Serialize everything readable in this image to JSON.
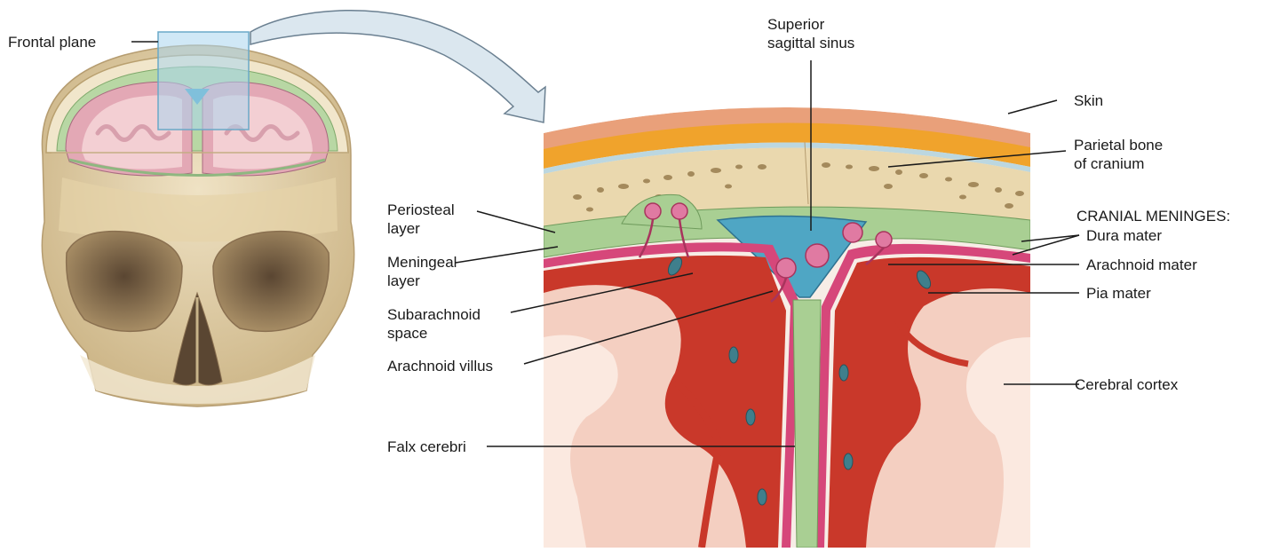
{
  "labels": {
    "frontal_plane": "Frontal plane",
    "superior_sagittal_sinus": [
      "Superior",
      "sagittal sinus"
    ],
    "skin": "Skin",
    "parietal_bone": [
      "Parietal bone",
      "of cranium"
    ],
    "cranial_meninges": "CRANIAL MENINGES:",
    "dura_mater": "Dura mater",
    "arachnoid_mater": "Arachnoid mater",
    "pia_mater": "Pia mater",
    "cerebral_cortex": "Cerebral cortex",
    "periosteal_layer": [
      "Periosteal",
      "layer"
    ],
    "meningeal_layer": [
      "Meningeal",
      "layer"
    ],
    "subarachnoid_space": [
      "Subarachnoid",
      "space"
    ],
    "arachnoid_villus": "Arachnoid villus",
    "falx_cerebri": "Falx cerebri"
  },
  "colors": {
    "skin": "#e9a07a",
    "fat": "#f0a32c",
    "bone": "#ead8ae",
    "dura": "#a9cf93",
    "sinus": "#4fa6c4",
    "arachnoid": "#d6477a",
    "vessel": "#d3402d",
    "cortex": "#f4cfc1",
    "white_matter": "#fbe9e0",
    "skull": "#e8d7b3"
  }
}
